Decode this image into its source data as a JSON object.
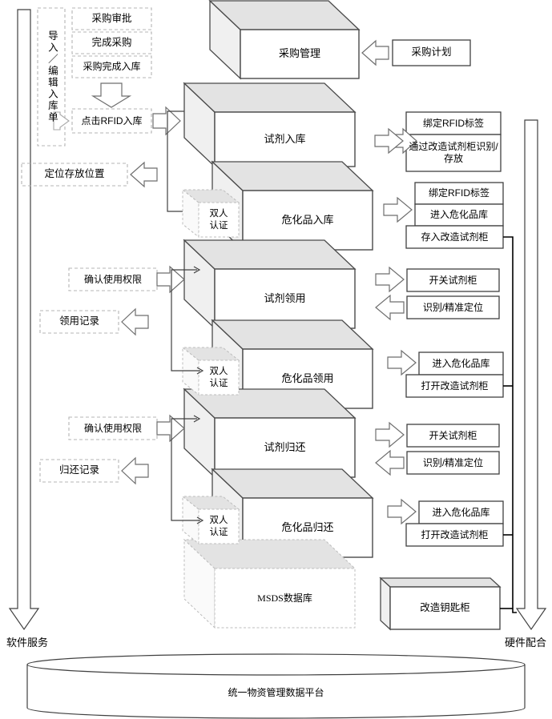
{
  "diagram": {
    "title_hidden": "",
    "left_column_label": "导入／编辑入库单",
    "footer_left": "软件服务",
    "footer_right": "硬件配合",
    "platform": "统一物资管理数据平台"
  },
  "left_steps": [
    {
      "id": "purchase-approval",
      "label": "采购审批"
    },
    {
      "id": "purchase-complete",
      "label": "完成采购"
    },
    {
      "id": "purchase-complete-instock",
      "label": "采购完成入库"
    },
    {
      "id": "click-rfid-instock",
      "label": "点击RFID入库"
    }
  ],
  "left_notes": [
    {
      "id": "locate-storage-position",
      "label": "定位存放位置"
    },
    {
      "id": "confirm-usage-permission-1",
      "label": "确认使用权限"
    },
    {
      "id": "usage-record",
      "label": "领用记录"
    },
    {
      "id": "confirm-usage-permission-2",
      "label": "确认使用权限"
    },
    {
      "id": "return-record",
      "label": "归还记录"
    }
  ],
  "process_boxes": [
    {
      "id": "purchase-management",
      "label": "采购管理"
    },
    {
      "id": "reagent-instock",
      "label": "试剂入库"
    },
    {
      "id": "hazmat-instock",
      "label": "危化品入库"
    },
    {
      "id": "reagent-checkout",
      "label": "试剂领用"
    },
    {
      "id": "hazmat-checkout",
      "label": "危化品领用"
    },
    {
      "id": "reagent-return",
      "label": "试剂归还"
    },
    {
      "id": "hazmat-return",
      "label": "危化品归还"
    }
  ],
  "dual_auth_boxes": [
    {
      "id": "dual-auth-1",
      "line1": "双人",
      "line2": "认证"
    },
    {
      "id": "dual-auth-2",
      "line1": "双人",
      "line2": "认证"
    },
    {
      "id": "dual-auth-3",
      "line1": "双人",
      "line2": "认证"
    }
  ],
  "msds_box": {
    "id": "msds-database",
    "label": "MSDS数据库"
  },
  "key_cabinet": {
    "id": "modified-key-cabinet",
    "label": "改造钥匙柜"
  },
  "right_groups": [
    {
      "id": "reagent-instock-hw",
      "items": [
        {
          "label": "绑定RFID标签"
        },
        {
          "label": "通过改造试剂柜识别/存放"
        }
      ]
    },
    {
      "id": "hazmat-instock-hw",
      "items": [
        {
          "label": "绑定RFID标签"
        },
        {
          "label": "进入危化品库"
        },
        {
          "label": "存入改造试剂柜"
        }
      ]
    },
    {
      "id": "reagent-checkout-hw",
      "items": [
        {
          "label": "开关试剂柜"
        },
        {
          "label": "识别/精准定位"
        }
      ]
    },
    {
      "id": "hazmat-checkout-hw",
      "items": [
        {
          "label": "进入危化品库"
        },
        {
          "label": "打开改造试剂柜"
        }
      ]
    },
    {
      "id": "reagent-return-hw",
      "items": [
        {
          "label": "开关试剂柜"
        },
        {
          "label": "识别/精准定位"
        }
      ]
    },
    {
      "id": "hazmat-return-hw",
      "items": [
        {
          "label": "进入危化品库"
        },
        {
          "label": "打开改造试剂柜"
        }
      ]
    }
  ],
  "purchase_plan": {
    "id": "purchase-plan",
    "label": "采购计划"
  },
  "colors": {
    "stroke": "#404040",
    "stroke_light": "#7f7f7f",
    "top_face": "#e6e6e6",
    "side_face": "#f2f2f2",
    "front_face": "#ffffff",
    "dash": "#bfbfbf",
    "text": "#000000"
  }
}
